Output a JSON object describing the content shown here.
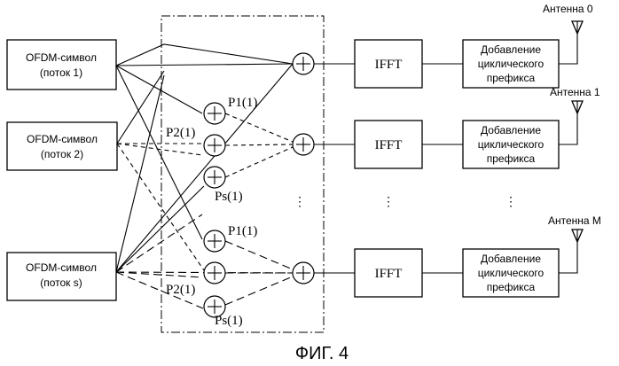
{
  "streams": [
    {
      "line1": "OFDM-символ",
      "line2": "(поток 1)"
    },
    {
      "line1": "OFDM-символ",
      "line2": "(поток 2)"
    },
    {
      "line1": "OFDM-символ",
      "line2": "(поток s)"
    }
  ],
  "mixer_labels": {
    "group2": {
      "p1": "P1(1)",
      "p2": "P2(1)",
      "ps": "Ps(1)"
    },
    "group3": {
      "p1": "P1(1)",
      "p2": "P2(1)",
      "ps": "Ps(1)"
    }
  },
  "ifft_label": "IFFT",
  "prefix_blocks": [
    {
      "line1": "Добавление",
      "line2": "циклического",
      "line3": "префикса"
    },
    {
      "line1": "Добавление",
      "line2": "циклического",
      "line3": "префикса"
    },
    {
      "line1": "Добавление",
      "line2": "циклического",
      "line3": "префикса"
    }
  ],
  "antennas": [
    "Антенна 0",
    "Антенна 1",
    "Антенна M"
  ],
  "ellipsis": "⋮",
  "caption": "ФИГ. 4"
}
